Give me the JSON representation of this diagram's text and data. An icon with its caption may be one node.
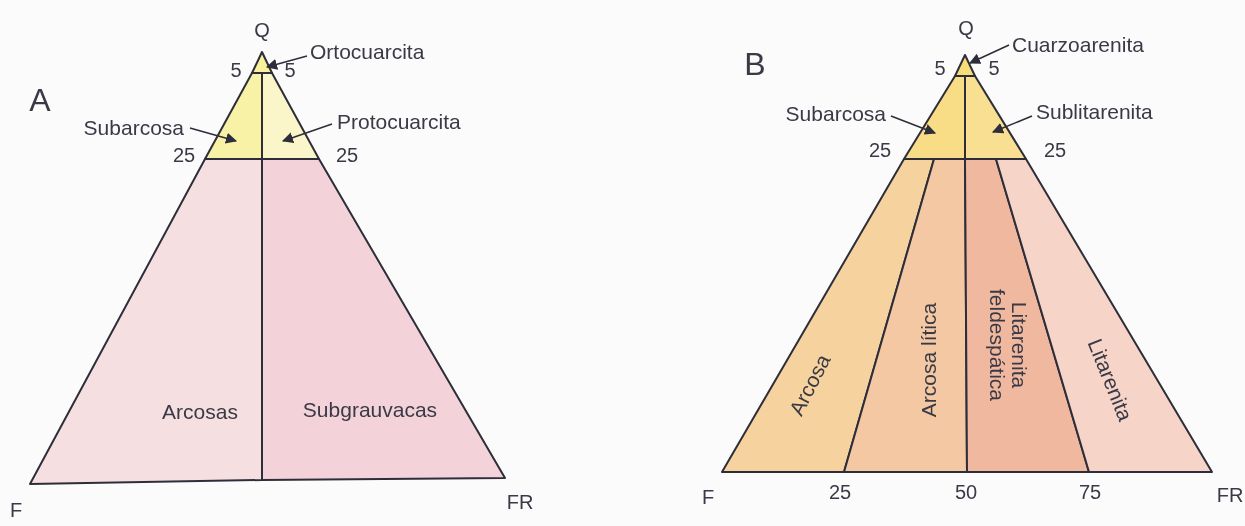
{
  "diagram": {
    "nodes": [
      {
        "text": [
          "Ortocuarcita"
        ]
      },
      {
        "text": [
          "Subarcosa"
        ]
      },
      {
        "text": [
          "Protocuarcita"
        ]
      },
      {
        "text": [],
        "shape": "triangle"
      },
      {
        "text": [],
        "shape": "trapezoid"
      },
      {
        "text": [],
        "shape": "trapezoid"
      },
      {
        "text": [
          "Arcosas"
        ]
      },
      {
        "text": [
          "Subgrauvacas"
        ]
      },
      {
        "text": [
          "Cuarzoarenita"
        ]
      },
      {
        "text": [
          "Subarcosa"
        ]
      },
      {
        "text": [
          "Sublitarenita"
        ]
      },
      {
        "text": [],
        "shape": "triangle"
      },
      {
        "text": [],
        "shape": "trapezoid"
      },
      {
        "text": [],
        "shape": "trapezoid"
      },
      {
        "text": [
          "Arcosa"
        ]
      },
      {
        "text": [
          "Arcosa lítica"
        ]
      },
      {
        "text": [
          "Litarenita feldespática"
        ]
      },
      {
        "text": [
          "Litarenita"
        ]
      }
    ],
    "edges": [
      {
        "from": 0,
        "to": 3,
        "arrow": "to"
      },
      {
        "from": 1,
        "to": 4,
        "arrow": "to"
      },
      {
        "from": 2,
        "to": 5,
        "arrow": "to"
      },
      {
        "from": 8,
        "to": 11,
        "arrow": "to"
      },
      {
        "from": 9,
        "to": 12,
        "arrow": "to"
      },
      {
        "from": 10,
        "to": 13,
        "arrow": "to"
      }
    ],
    "labels": [
      "Q",
      "A",
      "5",
      "5",
      "25",
      "25",
      "F",
      "FR",
      "Q",
      "B",
      "5",
      "5",
      "25",
      "25",
      "F",
      "25",
      "50",
      "75",
      "FR"
    ]
  }
}
